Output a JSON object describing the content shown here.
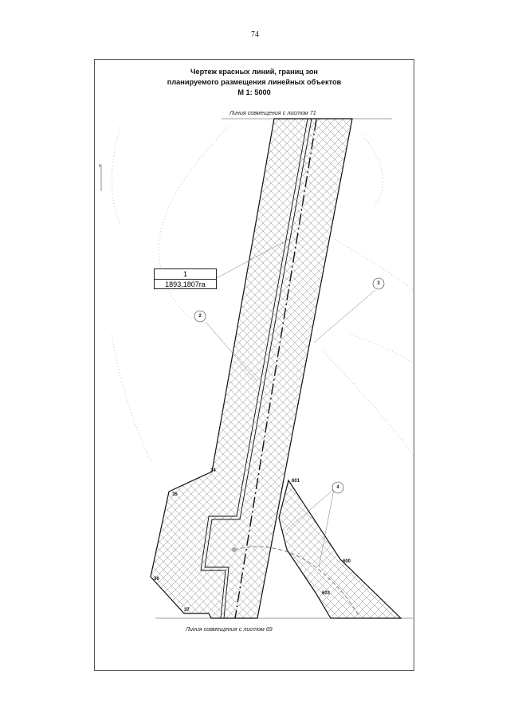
{
  "page": {
    "number": "74"
  },
  "title": {
    "line1": "Чертеж красных линий, границ зон",
    "line2": "планируемого размещения линейных объектов",
    "line3": "М 1: 5000"
  },
  "match_lines": {
    "top": "Линия совмещения с листом 71",
    "bottom": "Линия совмещения с листом 69"
  },
  "zone_label": {
    "number": "1",
    "area": "1893,1807га"
  },
  "callouts": [
    "2",
    "3",
    "4"
  ],
  "points": [
    "34",
    "35",
    "36",
    "37",
    "601",
    "600",
    "603"
  ],
  "north": "N",
  "colors": {
    "line": "#111111",
    "hatch": "#8a8a8a",
    "dots": "#9a9a9a"
  }
}
